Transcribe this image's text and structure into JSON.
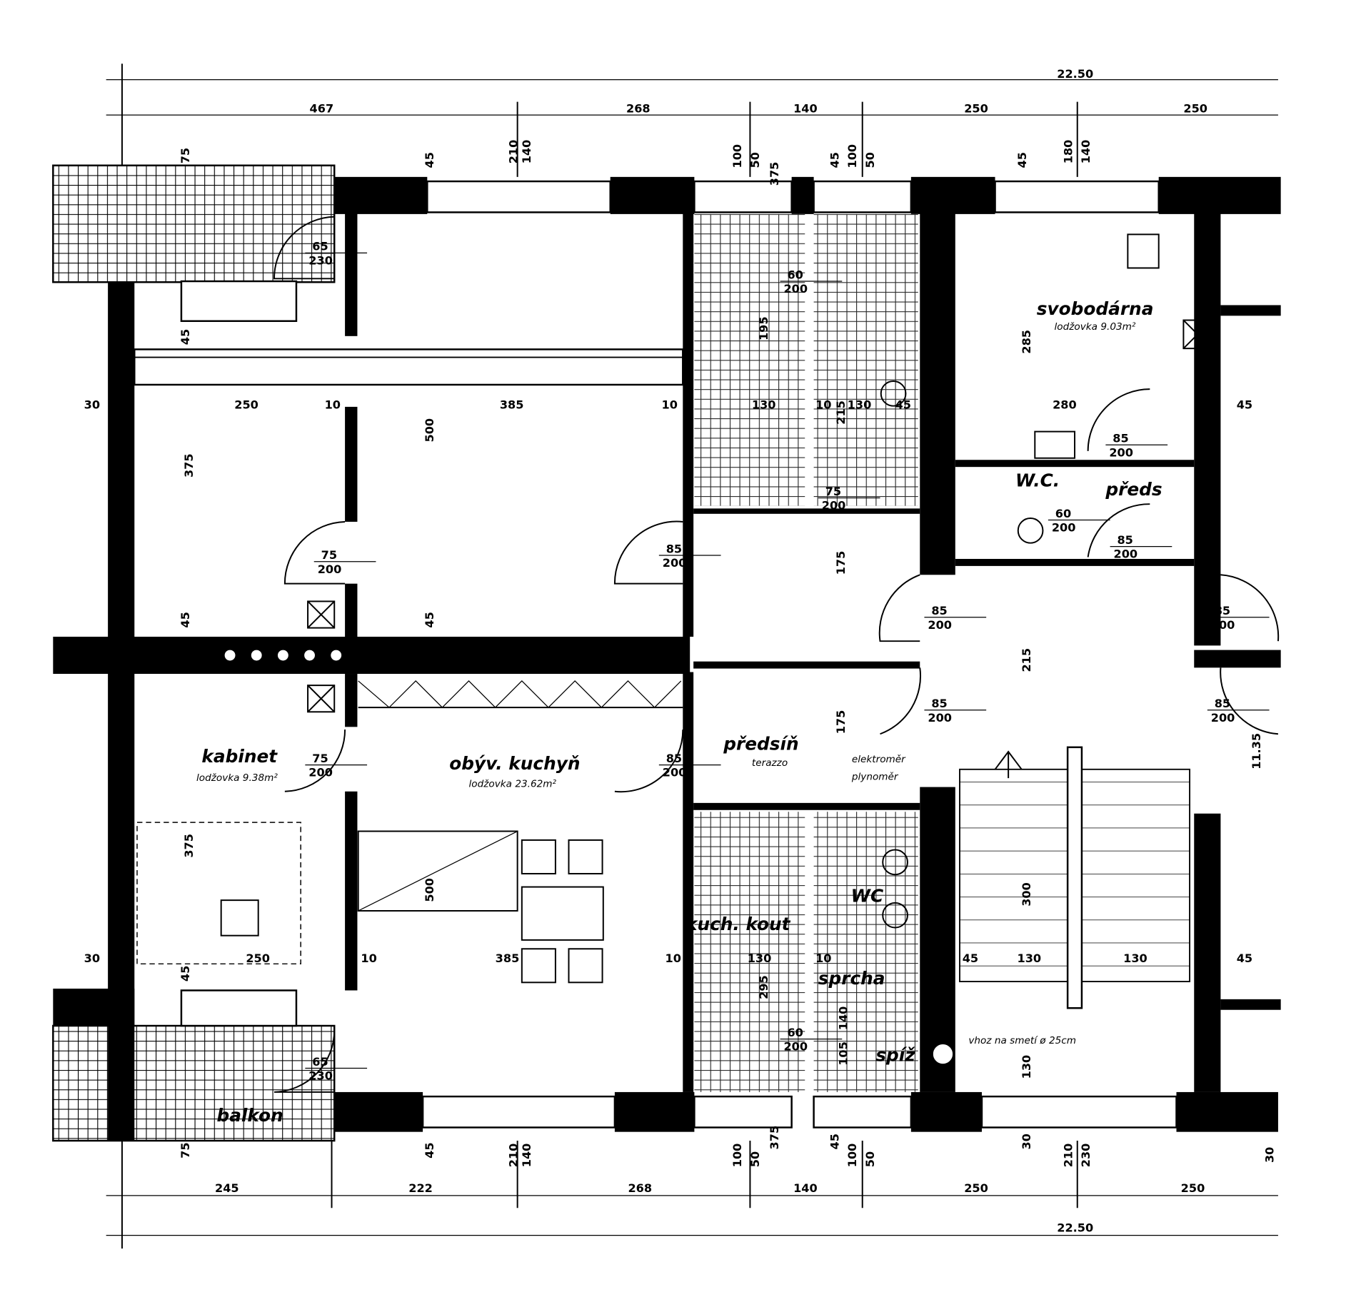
{
  "plan": {
    "overall_width": "22.50",
    "top_dims": [
      "467",
      "268",
      "140",
      "250",
      "250"
    ],
    "bottom_dims": [
      "245",
      "222",
      "268",
      "140",
      "250",
      "250"
    ],
    "rooms": {
      "svobodarna": {
        "name": "svobodárna",
        "area": "lodžovka 9.03m²"
      },
      "wc_upper": {
        "name": "W.C."
      },
      "preds": {
        "name": "předs"
      },
      "kabinet": {
        "name": "kabinet",
        "area": "lodžovka 9.38m²"
      },
      "kuchyn": {
        "name": "obýv. kuchyň",
        "area": "lodžovka 23.62m²"
      },
      "predsin": {
        "name": "předsíň",
        "floor": "terazzo"
      },
      "meters": {
        "line1": "elektroměr",
        "line2": "plynoměr"
      },
      "kuch_kout": {
        "name": "kuch. kout"
      },
      "wc_lower": {
        "name": "WC"
      },
      "sprcha": {
        "name": "sprcha"
      },
      "spiz": {
        "name": "spíž"
      },
      "balkon": {
        "name": "balkon"
      },
      "chute": {
        "note": "vhoz na smetí ø 25cm"
      }
    },
    "doors": [
      {
        "w": "65",
        "h": "230"
      },
      {
        "w": "75",
        "h": "200"
      },
      {
        "w": "85",
        "h": "200"
      },
      {
        "w": "60",
        "h": "200"
      },
      {
        "w": "85",
        "h": "200"
      },
      {
        "w": "60",
        "h": "200"
      },
      {
        "w": "85",
        "h": "200"
      },
      {
        "w": "85",
        "h": "200"
      },
      {
        "w": "85",
        "h": "200"
      },
      {
        "w": "85",
        "h": "200"
      },
      {
        "w": "85",
        "h": "200"
      },
      {
        "w": "75",
        "h": "200"
      },
      {
        "w": "85",
        "h": "200"
      },
      {
        "w": "60",
        "h": "200"
      },
      {
        "w": "65",
        "h": "230"
      },
      {
        "w": "75",
        "h": "200"
      }
    ],
    "inner_dims": {
      "row1": [
        "30",
        "250",
        "10",
        "385",
        "10",
        "130",
        "10",
        "130",
        "45",
        "280",
        "45"
      ],
      "row2": [
        "30",
        "250",
        "10",
        "385",
        "10",
        "130",
        "10",
        "45",
        "130",
        "130",
        "45"
      ],
      "vert": [
        "75",
        "45",
        "375",
        "45",
        "500",
        "45",
        "285",
        "215",
        "175",
        "175",
        "300",
        "130",
        "375",
        "500",
        "45",
        "75",
        "11.35",
        "295",
        "195",
        "215",
        "140",
        "105",
        "30"
      ],
      "top_small": [
        "45",
        "210",
        "140",
        "100",
        "50",
        "375",
        "45",
        "100",
        "50",
        "45",
        "180",
        "140"
      ],
      "bottom_small": [
        "45",
        "210",
        "140",
        "100",
        "50",
        "375",
        "45",
        "100",
        "50",
        "30",
        "210",
        "230"
      ]
    }
  }
}
